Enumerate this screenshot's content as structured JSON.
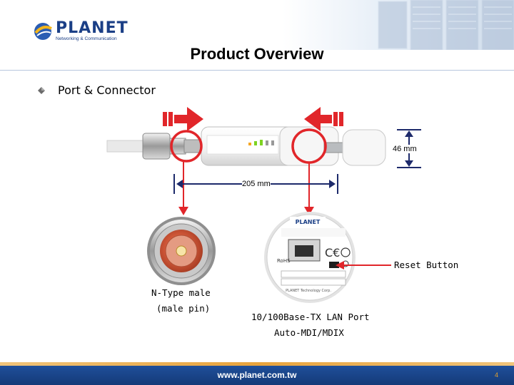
{
  "header": {
    "logo_text": "PLANET",
    "logo_tagline": "Networking & Communication",
    "title": "Product Overview"
  },
  "bullet": {
    "text": "Port & Connector"
  },
  "labels": {
    "height_dim": "46 mm",
    "length_dim": "205 mm",
    "reset_button": "Reset Button",
    "ntype_line1": "N-Type male",
    "ntype_line2": "(male pin)",
    "lan_line1": "10/100Base-TX LAN Port",
    "lan_line2": "Auto-MDI/MDIX"
  },
  "footer": {
    "url": "www.planet.com.tw",
    "page": "4"
  },
  "colors": {
    "brand_blue": "#1b3f86",
    "callout_red": "#e1262a",
    "dimension_navy": "#1d2a6b"
  }
}
